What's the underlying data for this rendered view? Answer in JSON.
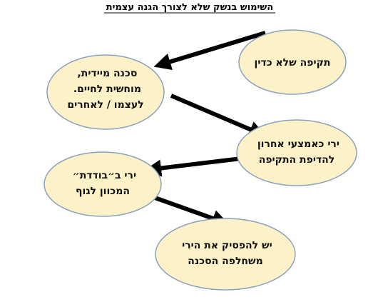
{
  "title": "השימוש בנשק שלא לצורך הגנה עצמית",
  "colors": {
    "node_fill": "#fdf1c8",
    "node_stroke": "#8aa2bf",
    "arrow": "#000000"
  },
  "nodes": [
    {
      "id": "n1",
      "lines": [
        "תקיפה שלא כדין"
      ]
    },
    {
      "id": "n2",
      "lines": [
        "סכנה מיידית,",
        "מוחשית לחיים.",
        "לעצמו / לאחרים"
      ]
    },
    {
      "id": "n3",
      "lines": [
        "ירי כאמצעי אחרון",
        "להדיפת התקיפה"
      ]
    },
    {
      "id": "n4",
      "lines": [
        "ירי ב״בודדת״",
        "המכוון לגוף"
      ]
    },
    {
      "id": "n5",
      "lines": [
        "יש להפסיק את הירי",
        "משחלפה הסכנה"
      ]
    }
  ],
  "edges": [
    {
      "from": "n1",
      "to": "n2"
    },
    {
      "from": "n2",
      "to": "n3"
    },
    {
      "from": "n3",
      "to": "n4"
    },
    {
      "from": "n4",
      "to": "n5"
    }
  ]
}
